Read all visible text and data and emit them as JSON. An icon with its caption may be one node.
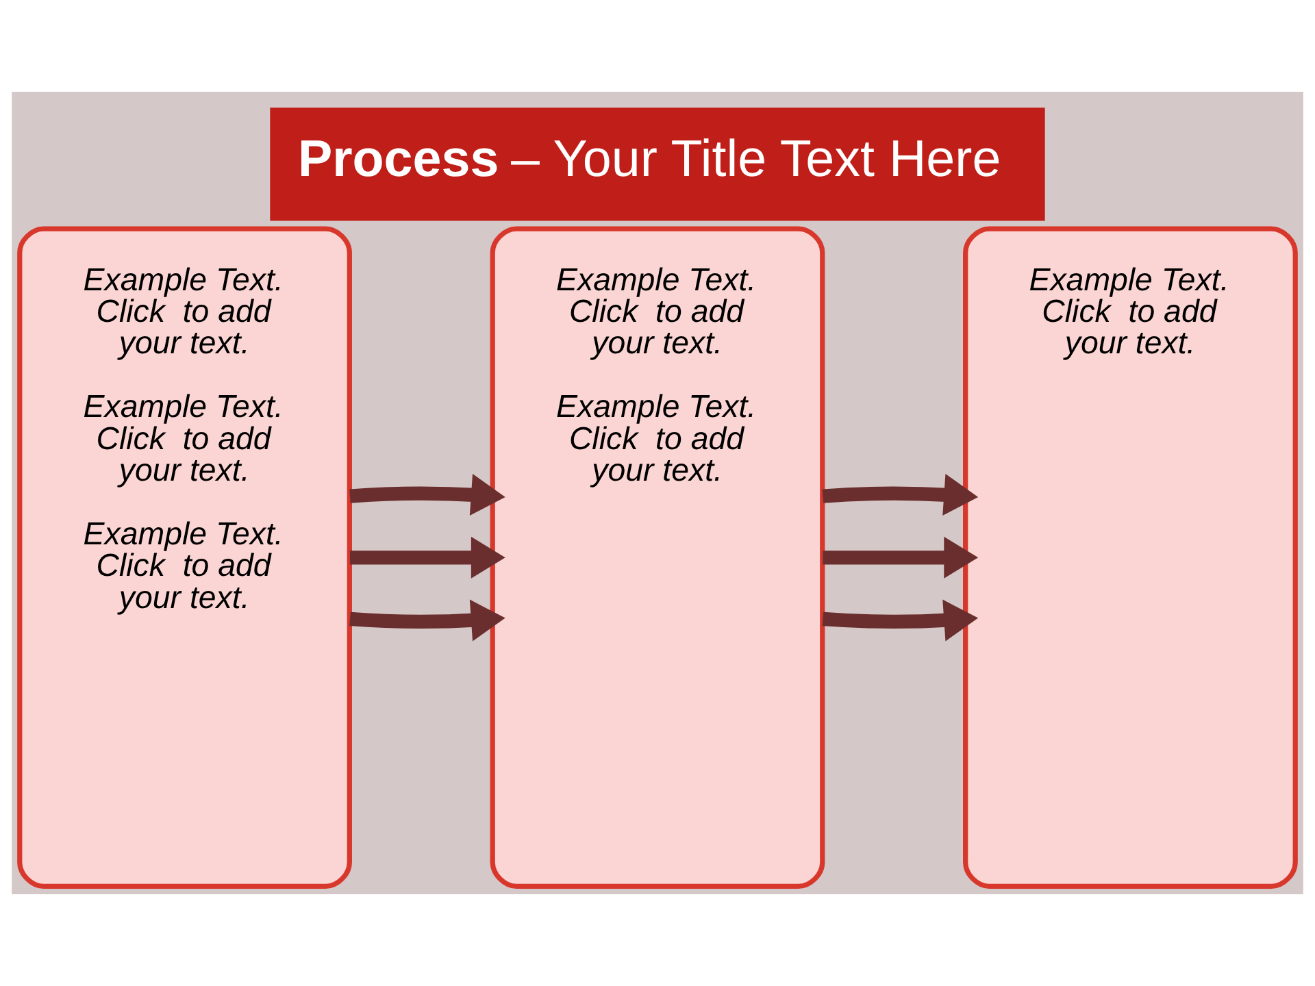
{
  "diagram": {
    "title": "**Process**  – Your Title Text Here",
    "nodes": [
      {
        "text": [
          "Example Text. Click  to add your text.",
          "Example Text. Click  to add your text.",
          "Example Text. Click  to add your text."
        ]
      },
      {
        "text": [
          "Example Text. Click  to add your text.",
          "Example Text. Click  to add your text."
        ]
      },
      {
        "text": [
          "Example Text. Click  to add your text."
        ]
      }
    ],
    "edges": [
      {
        "from": 0,
        "to": 1,
        "arrow": "to"
      },
      {
        "from": 0,
        "to": 1,
        "arrow": "to"
      },
      {
        "from": 0,
        "to": 1,
        "arrow": "to"
      },
      {
        "from": 1,
        "to": 2,
        "arrow": "to"
      },
      {
        "from": 1,
        "to": 2,
        "arrow": "to"
      },
      {
        "from": 1,
        "to": 2,
        "arrow": "to"
      }
    ]
  }
}
